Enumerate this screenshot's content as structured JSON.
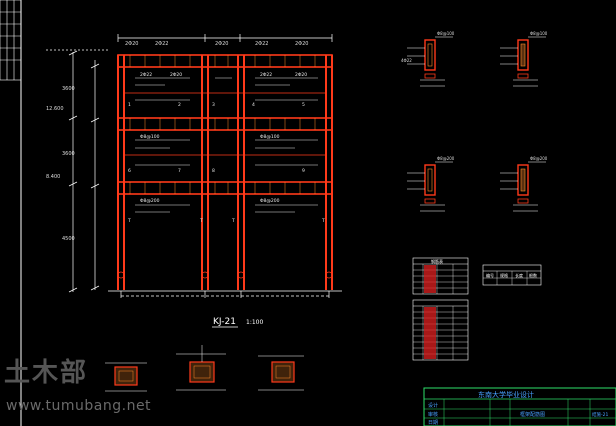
{
  "drawing": {
    "frame_title": "KJ-21",
    "frame_scale": "1:100",
    "title_block": {
      "university": "东南大学毕业设计",
      "row_labels": [
        "设计",
        "审核",
        "日期"
      ],
      "sheet_label": "框架配筋图",
      "sheet_number": "结施-21"
    },
    "bar_table_headers": [
      "钢筋表",
      "编号",
      "规格",
      "长度",
      "根数"
    ],
    "watermark": {
      "logo": "土木部",
      "url": "www.tumubang.net"
    }
  },
  "colors": {
    "background": "#000000",
    "beam_column": "#ff3a1a",
    "beam_fill": "#ff8a2a",
    "dimension": "#ffffff",
    "annotation": "#e8e8e8",
    "table_red": "#e02020",
    "title_block_green": "#2ee06a",
    "title_block_text": "#48a0ff",
    "watermark": "#555555"
  }
}
